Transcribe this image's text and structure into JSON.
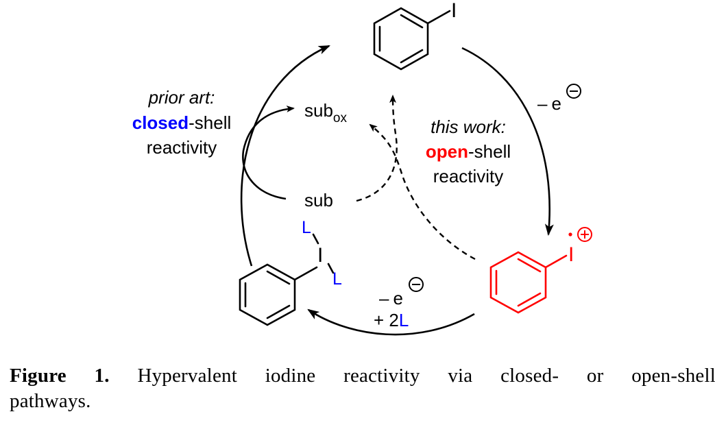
{
  "colors": {
    "ink": "#000000",
    "closed_shell_accent": "#0000ff",
    "open_shell_accent": "#ff0000",
    "ligand": "#0000ff",
    "radical_cation": "#ff0000"
  },
  "species": {
    "top": {
      "label": "iodobenzene",
      "atom": "I"
    },
    "right": {
      "label": "iodobenzene radical cation",
      "atom": "I",
      "radical": "•",
      "charge": "+"
    },
    "left": {
      "label": "hypervalent iodine PhIL2",
      "atom": "I",
      "ligand_top": "L",
      "ligand_bottom": "L"
    }
  },
  "substrate": {
    "sub": "sub",
    "sub_ox_base": "sub",
    "sub_ox_subscript": "ox"
  },
  "steps": {
    "top_right": {
      "minus": "–",
      "e": "e",
      "charge": "−"
    },
    "bottom": {
      "minus": "–",
      "e": "e",
      "charge": "−",
      "plus": "+ 2",
      "ligand": "L"
    }
  },
  "annotations": {
    "prior_art": {
      "heading": "prior art:",
      "highlight": "closed",
      "rest": "-shell",
      "line3": "reactivity"
    },
    "this_work": {
      "heading": "this work:",
      "highlight": "open",
      "rest": "-shell",
      "line3": "reactivity"
    }
  },
  "caption": {
    "label": "Figure 1.",
    "line1": "Hypervalent iodine reactivity via closed- or open-shell",
    "line2": "pathways."
  }
}
